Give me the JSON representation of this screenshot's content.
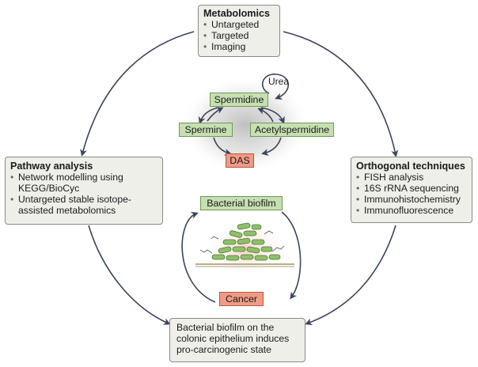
{
  "metabolomics": {
    "title": "Metabolomics",
    "items": [
      "Untargeted",
      "Targeted",
      "Imaging"
    ]
  },
  "pathway": {
    "title": "Pathway analysis",
    "items": [
      "Network modelling using KEGG/BioCyc",
      "Untargeted stable isotope-assisted metabolomics"
    ]
  },
  "orthogonal": {
    "title": "Orthogonal techniques",
    "items": [
      "FISH analysis",
      "16S rRNA sequencing",
      "Immunohistochemistry",
      "Immunofluorescence"
    ]
  },
  "outcome": {
    "text": "Bacterial biofilm on the colonic epithelium induces pro-carcinogenic state"
  },
  "pathway_cycle": {
    "spermidine": "Spermidine",
    "spermine": "Spermine",
    "acetylspermidine": "Acetylspermidine",
    "das": "DAS",
    "urea": "Urea"
  },
  "biofilm_cycle": {
    "biofilm": "Bacterial biofilm",
    "cancer": "Cancer"
  },
  "colors": {
    "box_fill": "#efefea",
    "green_box": "#c7dfb3",
    "red_box": "#ef9b86",
    "arrow": "#3b4658"
  }
}
